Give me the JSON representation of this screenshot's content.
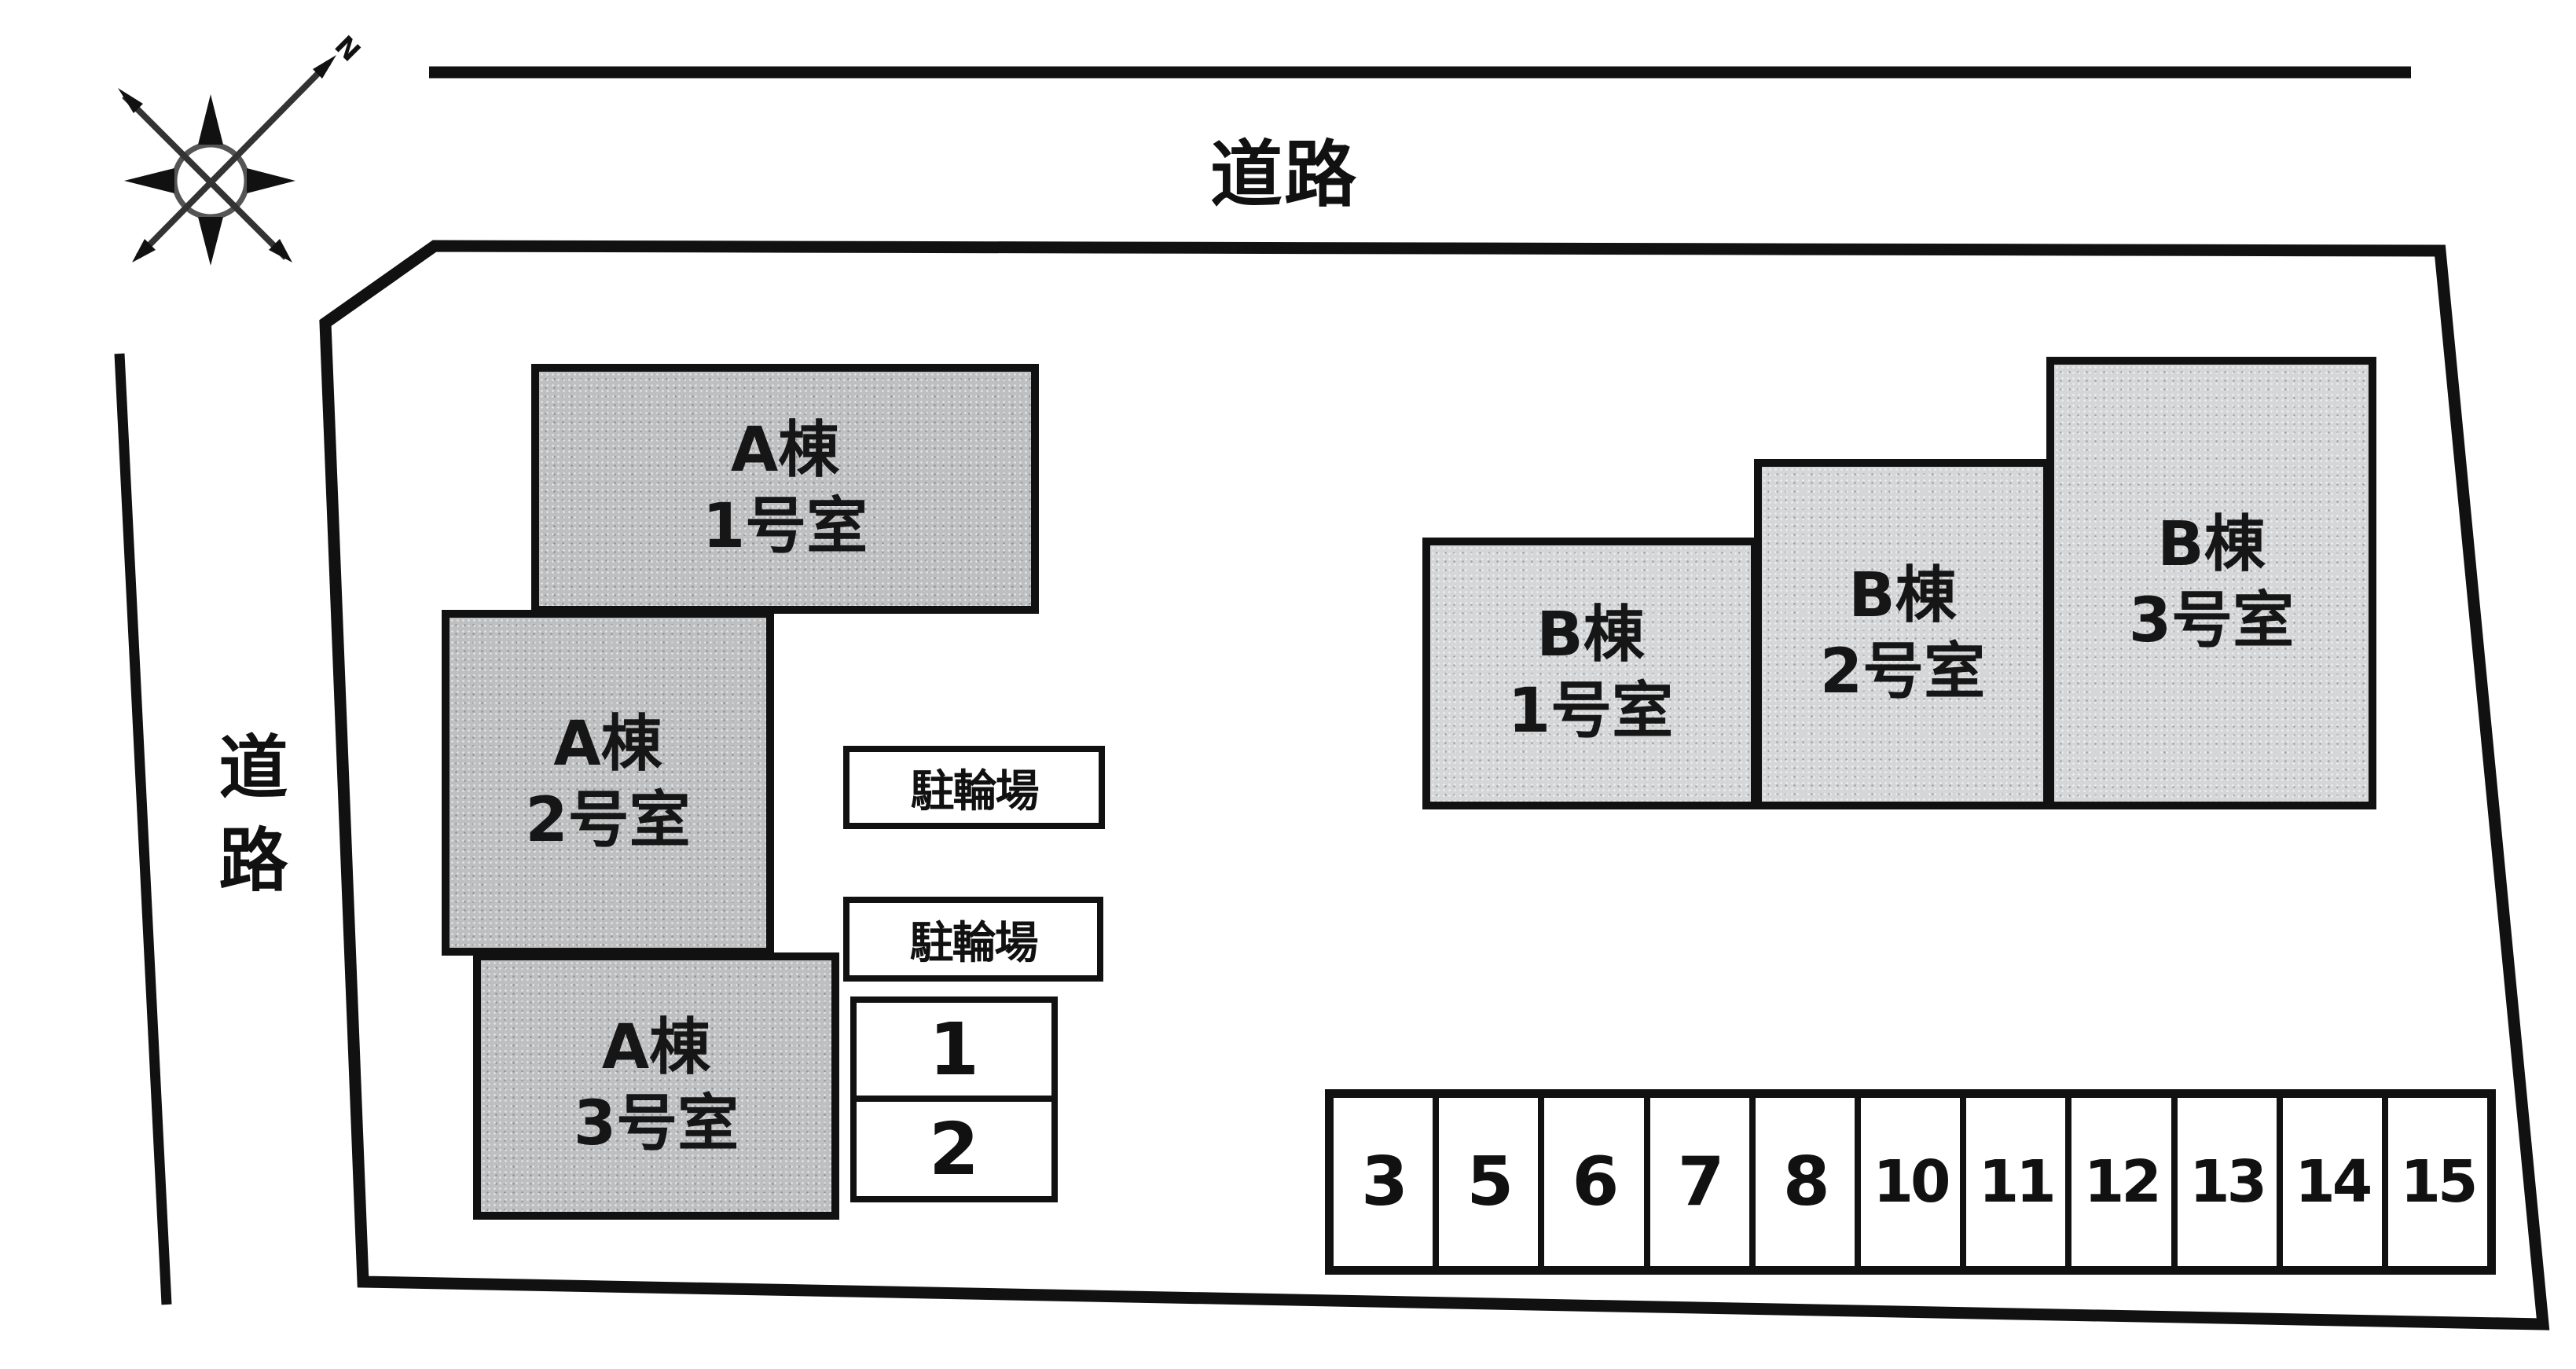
{
  "map": {
    "north_marker": "N",
    "roads": [
      {
        "id": "road-top",
        "label": "道路",
        "orientation": "horizontal"
      },
      {
        "id": "road-left",
        "label": "道路",
        "orientation": "vertical"
      }
    ],
    "buildings": [
      {
        "id": "a1",
        "wing": "A棟",
        "room": "1号室"
      },
      {
        "id": "a2",
        "wing": "A棟",
        "room": "2号室"
      },
      {
        "id": "a3",
        "wing": "A棟",
        "room": "3号室"
      },
      {
        "id": "b1",
        "wing": "B棟",
        "room": "1号室"
      },
      {
        "id": "b2",
        "wing": "B棟",
        "room": "2号室"
      },
      {
        "id": "b3",
        "wing": "B棟",
        "room": "3号室"
      }
    ],
    "bicycle_parking": [
      {
        "label": "駐輪場"
      },
      {
        "label": "駐輪場"
      }
    ],
    "parking_left": [
      "1",
      "2"
    ],
    "parking_row": [
      "3",
      "5",
      "6",
      "7",
      "8",
      "10",
      "11",
      "12",
      "13",
      "14",
      "15"
    ],
    "colors": {
      "line": "#111111",
      "building_a_fill": "#bdbfc1",
      "building_b_fill": "#d4d6d8",
      "background": "#ffffff"
    }
  }
}
